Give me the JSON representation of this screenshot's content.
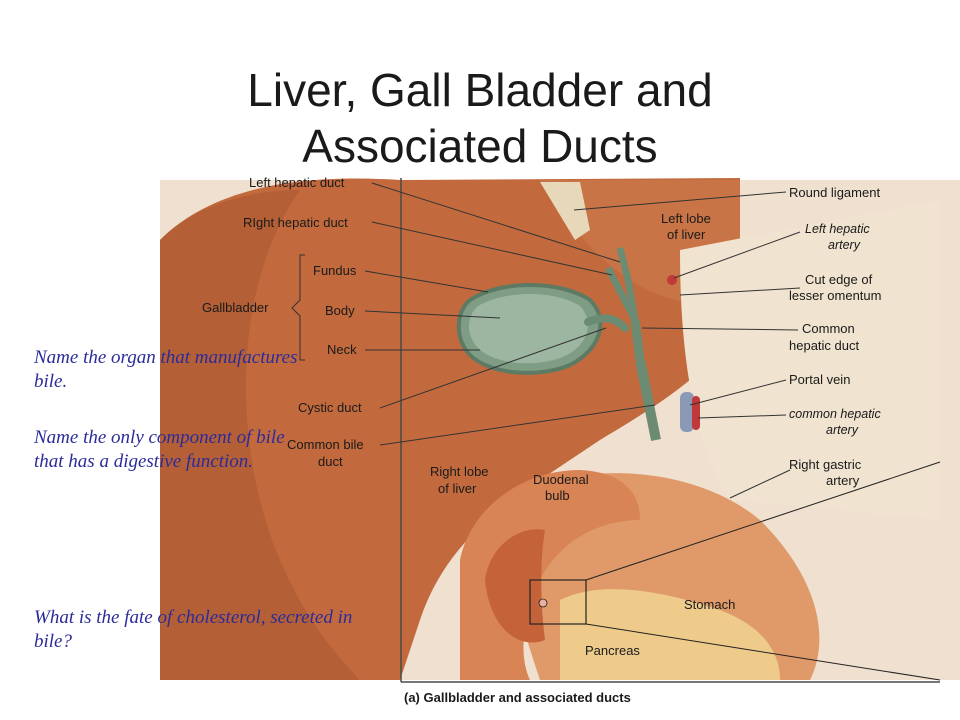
{
  "title": "Liver, Gall Bladder and Associated Ducts",
  "questions": [
    "Name the organ that manufactures bile.",
    "Name the only component of bile that has a digestive function.",
    "What is the fate of cholesterol, secreted in bile?"
  ],
  "labels_left": {
    "left_hepatic_duct": "Left hepatic duct",
    "right_hepatic_duct": "RIght hepatic duct",
    "gallbladder": "Gallbladder",
    "fundus": "Fundus",
    "body": "Body",
    "neck": "Neck",
    "cystic_duct": "Cystic duct",
    "common_bile_duct_1": "Common bile",
    "common_bile_duct_2": "duct"
  },
  "labels_right": {
    "round_ligament": "Round ligament",
    "left_hepatic_artery_1": "Left hepatic",
    "left_hepatic_artery_2": "artery",
    "cut_edge_1": "Cut edge of",
    "cut_edge_2": "lesser omentum",
    "common_hepatic_duct_1": "Common",
    "common_hepatic_duct_2": "hepatic duct",
    "portal_vein": "Portal vein",
    "common_hepatic_artery_1": "common hepatic",
    "common_hepatic_artery_2": "artery",
    "right_gastric_artery_1": "Right gastric",
    "right_gastric_artery_2": "artery"
  },
  "labels_inside": {
    "left_lobe_1": "Left lobe",
    "left_lobe_2": "of liver",
    "right_lobe_1": "Right lobe",
    "right_lobe_2": "of liver",
    "duodenal_bulb_1": "Duodenal",
    "duodenal_bulb_2": "bulb",
    "stomach": "Stomach",
    "pancreas": "Pancreas"
  },
  "caption": "(a) Gallbladder and associated ducts"
}
